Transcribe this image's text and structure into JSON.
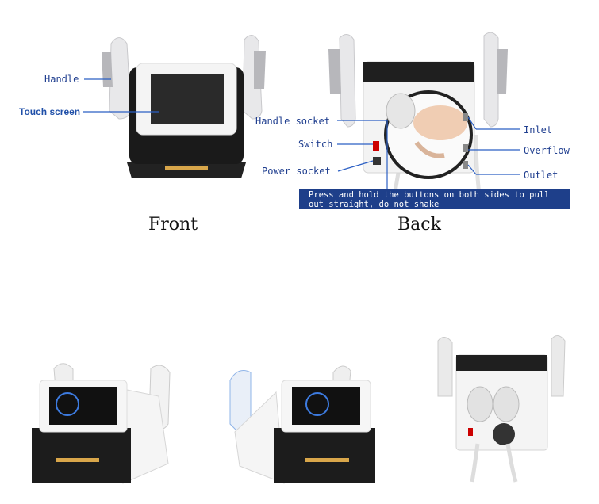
{
  "labels": {
    "handle": "Handle",
    "touch_screen": "Touch screen",
    "handle_socket": "Handle socket",
    "switch": "Switch",
    "power_socket": "Power socket",
    "inlet": "Inlet",
    "overflow": "Overflow",
    "outlet": "Outlet"
  },
  "note": {
    "line1": "Press and hold the buttons on both sides to pull",
    "line2": "out straight, do not shake"
  },
  "captions": {
    "front": "Front",
    "back": "Back"
  },
  "colors": {
    "label_blue": "#1f3e8f",
    "note_bg": "#1e3f8a",
    "leader_line": "#2b5fc4",
    "gold_slot": "#d8a64a",
    "body_black": "#1a1a1a"
  }
}
